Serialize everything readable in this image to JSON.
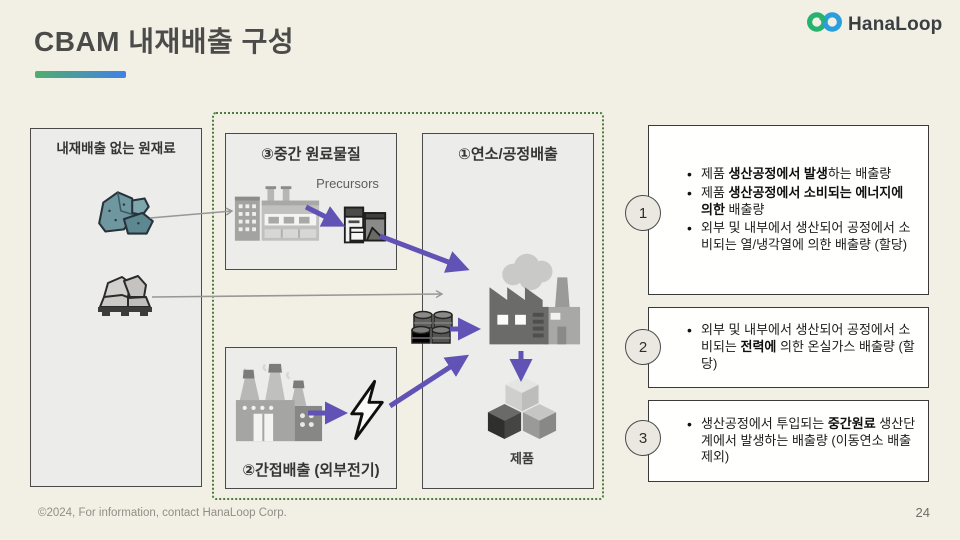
{
  "slide": {
    "title": "CBAM 내재배출 구성",
    "footer": "©2024, For information, contact HanaLoop Corp.",
    "page_number": "24"
  },
  "logo": {
    "text": "HanaLoop"
  },
  "diagram": {
    "raw_box": {
      "label": "내재배출 없는 원재료"
    },
    "intermediate_box": {
      "label": "③중간 원료물질",
      "sublabel": "Precursors"
    },
    "combustion_box": {
      "label": "①연소/공정배출",
      "product_label": "제품"
    },
    "indirect_box": {
      "label": "②간접배출 (외부전기)"
    }
  },
  "callouts": [
    {
      "number": "1",
      "bullets": [
        {
          "segments": [
            {
              "text": "제품 "
            },
            {
              "text": "생산공정에서 발생",
              "bold": true
            },
            {
              "text": "하는 배출량"
            }
          ]
        },
        {
          "segments": [
            {
              "text": "제품 "
            },
            {
              "text": "생산공정에서 소비되는 에너지에 의한",
              "bold": true
            },
            {
              "text": " 배출량"
            }
          ]
        },
        {
          "segments": [
            {
              "text": "외부 및 내부에서 생산되어 공정에서 소비되는 열/냉각열에 의한 배출량 (할당)"
            }
          ]
        }
      ]
    },
    {
      "number": "2",
      "bullets": [
        {
          "segments": [
            {
              "text": "외부 및 내부에서 생산되어 공정에서 소비되는 "
            },
            {
              "text": "전력에",
              "bold": true
            },
            {
              "text": " 의한 온실가스 배출량 (할당)"
            }
          ]
        }
      ]
    },
    {
      "number": "3",
      "bullets": [
        {
          "segments": [
            {
              "text": "생산공정에서 투입되는 "
            },
            {
              "text": "중간원료",
              "bold": true
            },
            {
              "text": " 생산단계에서 발생하는 배출량 (이동연소 배출 제외)"
            }
          ]
        }
      ]
    }
  ],
  "colors": {
    "background": "#f2efe5",
    "title_text": "#4b4b49",
    "accent_gradient_start": "#4fae6d",
    "accent_gradient_end": "#3e82e8",
    "logo_green": "#27b26e",
    "logo_blue": "#2b9edd",
    "dotted_border_green": "#4c7d3f",
    "diagram_box_fill": "#ececea",
    "diagram_box_border": "#4a4a4a",
    "purple_arrow": "#6152b5",
    "gray_arrow": "#979795",
    "callout_fill": "#fffffe",
    "callout_border": "#3a3a3a",
    "circle_fill": "#eae8e1"
  }
}
